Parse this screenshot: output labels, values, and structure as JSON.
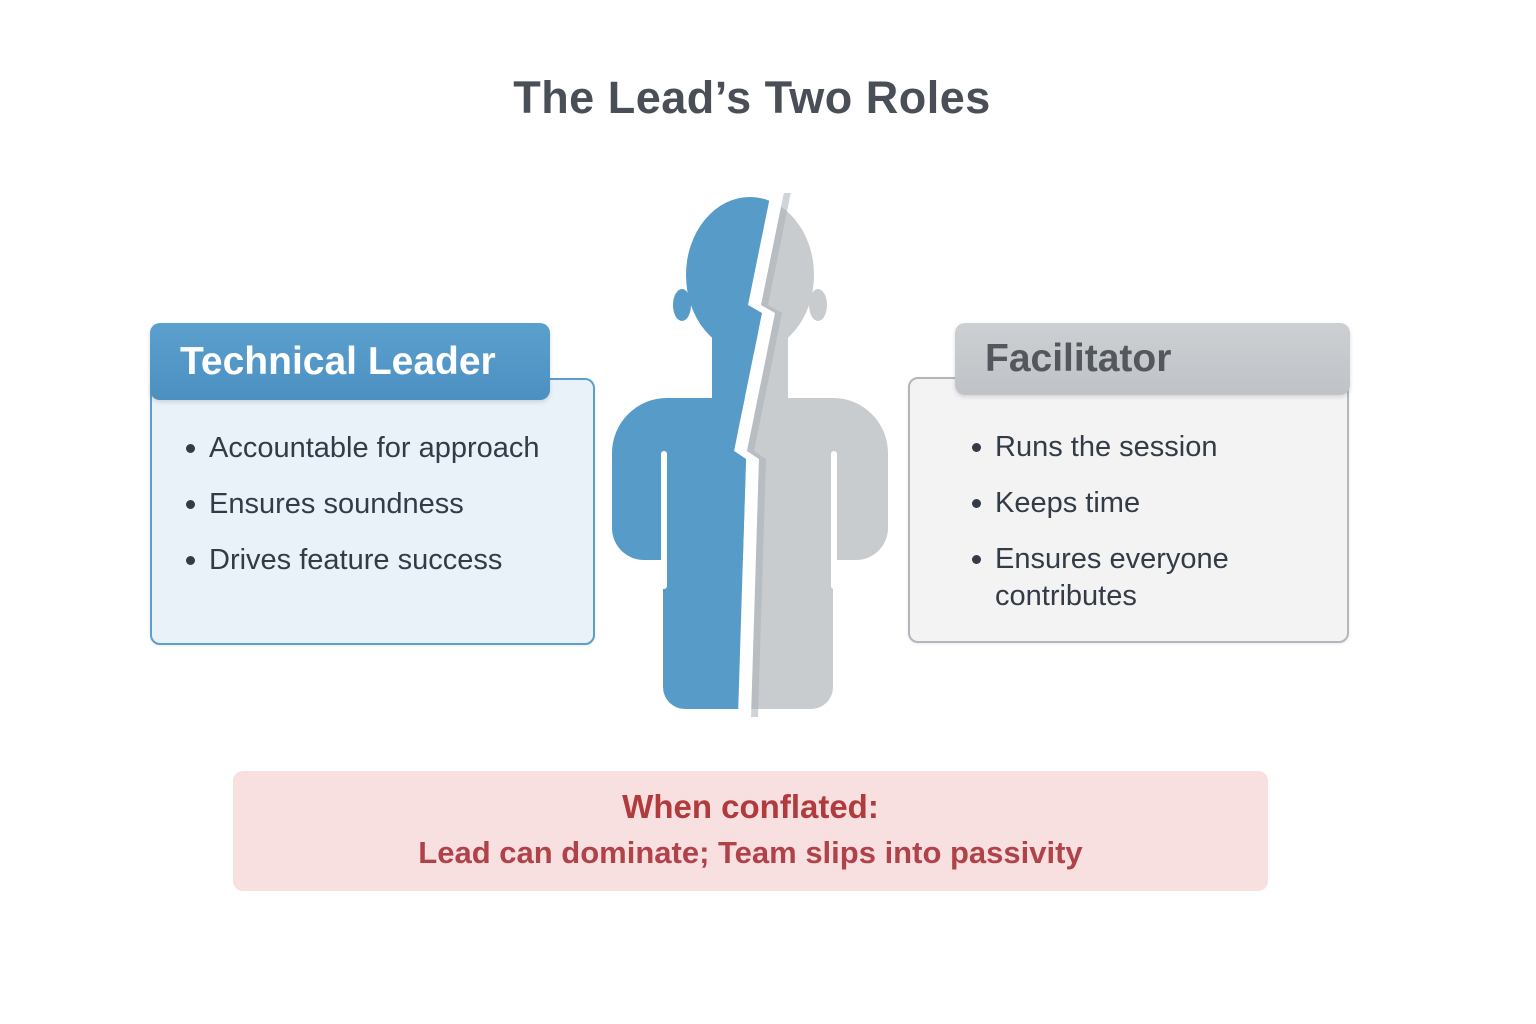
{
  "title": "The Lead’s Two Roles",
  "left_card": {
    "title": "Technical Leader",
    "bullets": [
      "Accountable for approach",
      "Ensures soundness",
      "Drives feature success"
    ]
  },
  "right_card": {
    "title": "Facilitator",
    "bullets": [
      "Runs the session",
      "Keeps time",
      "Ensures everyone contributes"
    ]
  },
  "figure": {
    "description": "person silhouette split by lightning crack",
    "left_color": "#579bc9",
    "right_color": "#c9cccf",
    "crack_color": "#ffffff"
  },
  "warning": {
    "heading": "When conflated:",
    "body": "Lead can dominate; Team slips into passivity"
  },
  "colors": {
    "title_text": "#494e57",
    "blue_header_bg": "#4f95c6",
    "blue_body_bg": "#e9f1f9",
    "blue_border": "#5c9fcb",
    "gray_header_bg": "#c5c8cc",
    "gray_header_text": "#53575e",
    "gray_body_bg": "#f3f3f4",
    "gray_border": "#b3b7bc",
    "bullet_text": "#333b46",
    "warning_bg": "#f8e0e1",
    "warning_heading_text": "#b13a3d",
    "warning_body_text": "#b0434a"
  }
}
